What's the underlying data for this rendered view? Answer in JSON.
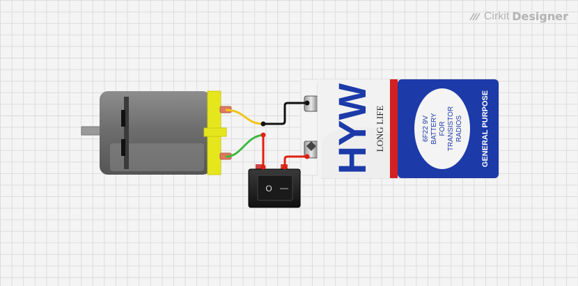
{
  "app": {
    "logo_part1": "Cirkit",
    "logo_part2": "Designer"
  },
  "battery": {
    "brand": "HYW",
    "tagline": "LONG LIFE",
    "spec_lines": [
      "6F22 9V",
      "BATTERY",
      "FOR",
      "TRANSISTOR",
      "RADIOS"
    ],
    "purpose": "GENERAL PURPOSE",
    "colors": {
      "blue": "#1c3aa8",
      "red": "#d42020",
      "white": "#f2f2f2"
    }
  },
  "switch": {
    "off_symbol": "O",
    "on_symbol": "—"
  },
  "wires": {
    "colors": {
      "yellow": "#f0c419",
      "green": "#3db83d",
      "black": "#111111",
      "red": "#e02010"
    }
  }
}
